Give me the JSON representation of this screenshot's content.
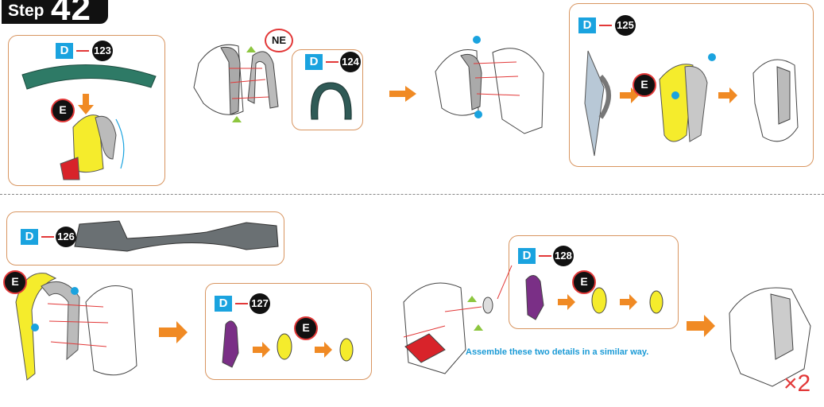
{
  "step": {
    "word": "Step",
    "number": "42"
  },
  "parts": {
    "p123": {
      "group": "D",
      "number": "123"
    },
    "p124": {
      "group": "D",
      "number": "124"
    },
    "p125": {
      "group": "D",
      "number": "125"
    },
    "p126": {
      "group": "D",
      "number": "126"
    },
    "p127": {
      "group": "D",
      "number": "127"
    },
    "p128": {
      "group": "D",
      "number": "128"
    }
  },
  "e_label": "E",
  "ne_label": "NE",
  "note": "Assemble these two details in a similar way.",
  "multiplier": "×2",
  "colors": {
    "accent_blue": "#1aa3df",
    "arrow_orange": "#f08a24",
    "red": "#e23838",
    "yellow": "#f5ec2c",
    "frame_orange": "#d89560"
  }
}
